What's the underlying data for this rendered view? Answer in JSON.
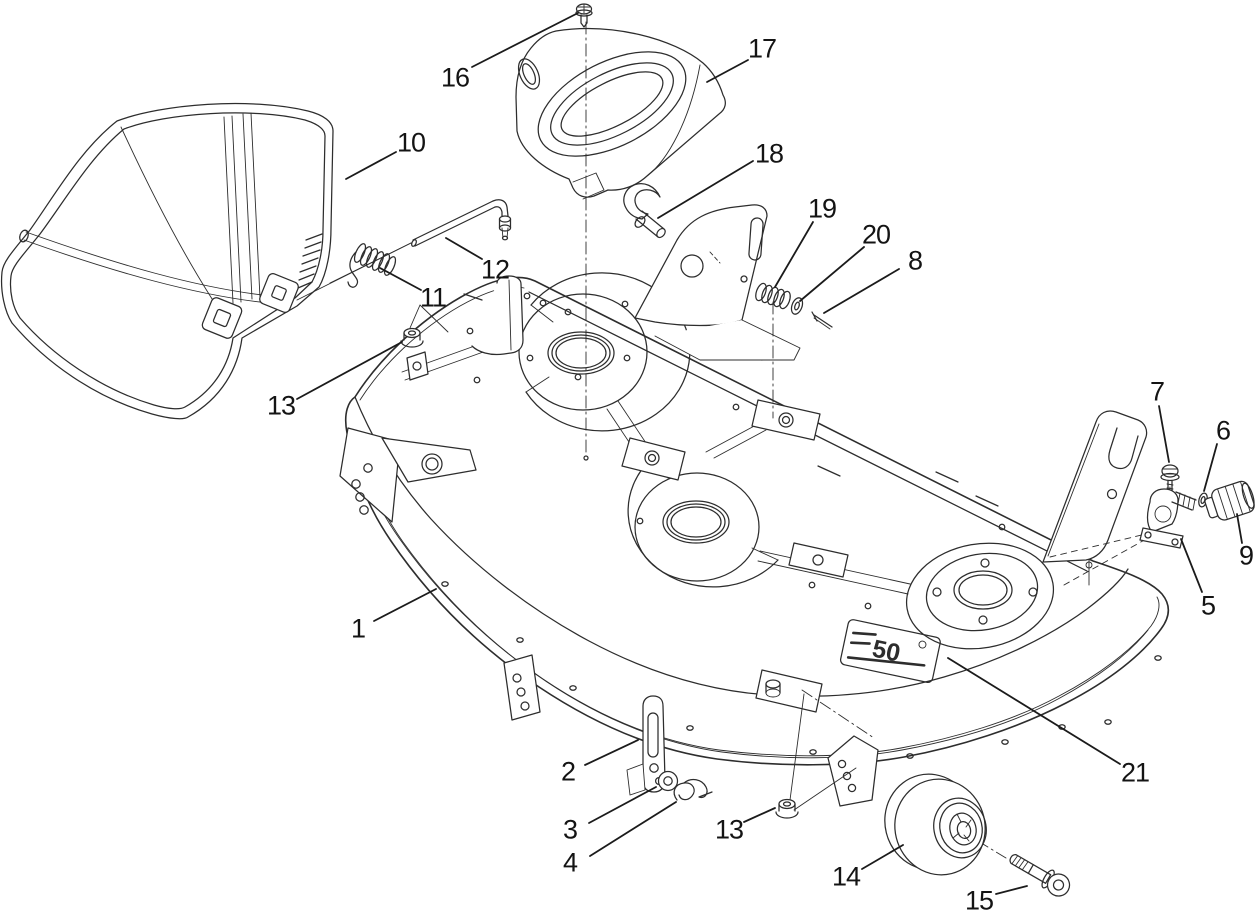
{
  "callouts": [
    {
      "n": "1"
    },
    {
      "n": "2"
    },
    {
      "n": "3"
    },
    {
      "n": "4"
    },
    {
      "n": "5"
    },
    {
      "n": "6"
    },
    {
      "n": "7"
    },
    {
      "n": "8"
    },
    {
      "n": "9"
    },
    {
      "n": "10"
    },
    {
      "n": "11"
    },
    {
      "n": "12"
    },
    {
      "n": "13"
    },
    {
      "n": "13"
    },
    {
      "n": "14"
    },
    {
      "n": "15"
    },
    {
      "n": "16"
    },
    {
      "n": "17"
    },
    {
      "n": "18"
    },
    {
      "n": "19"
    },
    {
      "n": "20"
    },
    {
      "n": "21"
    }
  ],
  "decal": {
    "number": "50"
  },
  "colors": {
    "line": "#2d2d2d",
    "background": "#ffffff",
    "label": "#141414"
  }
}
